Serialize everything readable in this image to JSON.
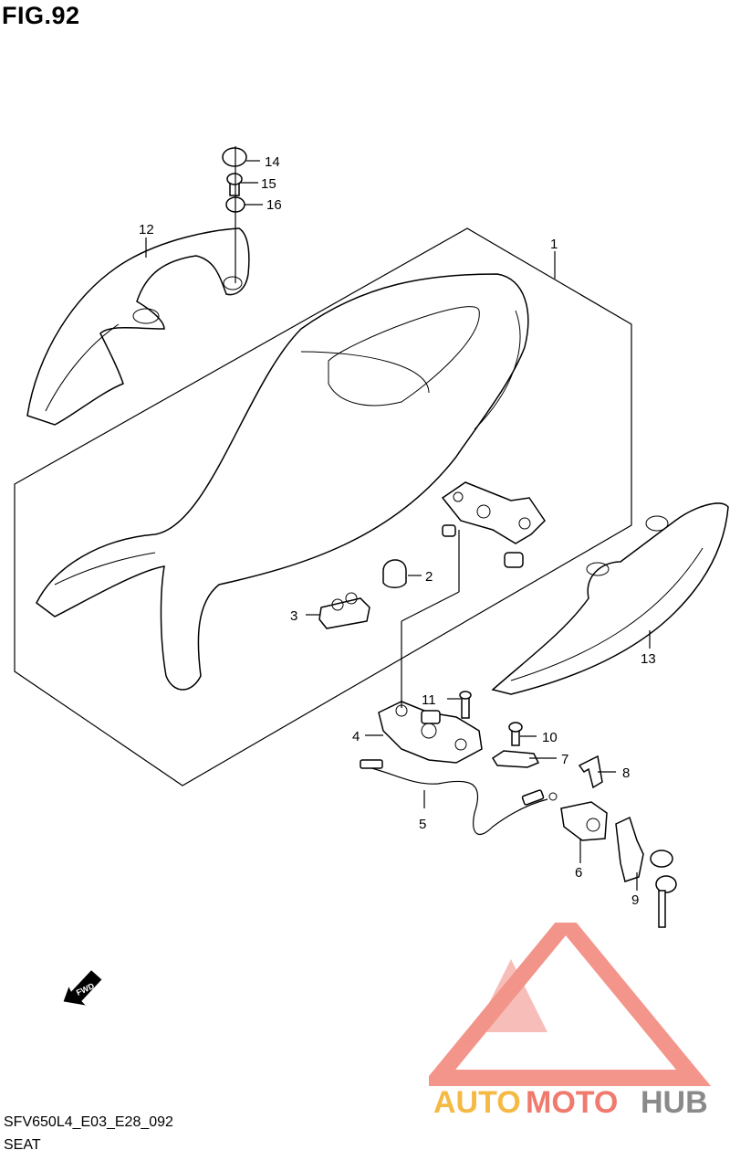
{
  "header": {
    "figure_title": "FIG.92"
  },
  "footer": {
    "model_code": "SFV650L4_E03_E28_092",
    "section": "SEAT"
  },
  "callouts": {
    "c1": "1",
    "c2": "2",
    "c3": "3",
    "c4": "4",
    "c5": "5",
    "c6": "6",
    "c7": "7",
    "c8": "8",
    "c9": "9",
    "c10": "10",
    "c11": "11",
    "c12": "12",
    "c13": "13",
    "c14": "14",
    "c15": "15",
    "c16": "16"
  },
  "fwd_badge": {
    "label": "FWD"
  },
  "watermark": {
    "brand_part1": "AUTO",
    "brand_part2": "MOTO",
    "brand_part3": "HUB",
    "color_orange": "#f5b945",
    "color_red": "#f07a6e",
    "color_grey": "#8a8a8a"
  }
}
